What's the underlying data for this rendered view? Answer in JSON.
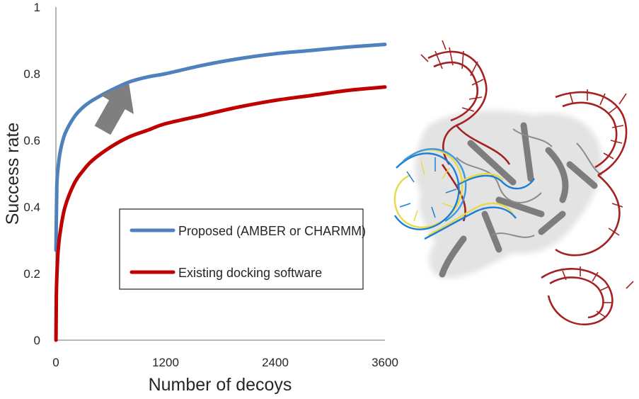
{
  "chart_data": {
    "type": "line",
    "title": "",
    "xlabel": "Number of decoys",
    "ylabel": "Success rate",
    "xlim": [
      0,
      3600
    ],
    "ylim": [
      0,
      1
    ],
    "x_ticks": [
      0,
      1200,
      2400,
      3600
    ],
    "x_tick_labels": [
      "0",
      "1200",
      "2400",
      "3600"
    ],
    "y_ticks": [
      0,
      0.2,
      0.4,
      0.6,
      0.8,
      1
    ],
    "y_tick_labels": [
      "0",
      "0.2",
      "0.4",
      "0.6",
      "0.8",
      "1"
    ],
    "grid": false,
    "legend": "center-left",
    "series": [
      {
        "name": "Proposed (AMBER or CHARMM)",
        "color": "#4f81bd",
        "x": [
          1,
          10,
          25,
          50,
          100,
          200,
          300,
          400,
          600,
          800,
          1000,
          1200,
          1600,
          2000,
          2400,
          2800,
          3200,
          3600
        ],
        "y": [
          0.27,
          0.46,
          0.52,
          0.57,
          0.62,
          0.67,
          0.7,
          0.72,
          0.75,
          0.775,
          0.79,
          0.8,
          0.825,
          0.845,
          0.86,
          0.87,
          0.88,
          0.888
        ]
      },
      {
        "name": "Existing docking software",
        "color": "#c00000",
        "x": [
          1,
          5,
          10,
          25,
          50,
          100,
          200,
          300,
          400,
          600,
          800,
          1000,
          1200,
          1600,
          2000,
          2400,
          2800,
          3200,
          3600
        ],
        "y": [
          0.0,
          0.13,
          0.19,
          0.27,
          0.33,
          0.4,
          0.47,
          0.51,
          0.54,
          0.58,
          0.61,
          0.63,
          0.65,
          0.675,
          0.7,
          0.72,
          0.735,
          0.75,
          0.76
        ]
      }
    ],
    "annotations": [
      {
        "type": "arrow",
        "color": "#7f7f7f",
        "direction": "up-right",
        "from": {
          "x": 510,
          "y": 0.63
        },
        "to": {
          "x": 800,
          "y": 0.77
        }
      }
    ]
  },
  "figure": {
    "structure_image": "rna-protein-complex-3d-structure",
    "colors": {
      "rna_reference": "#a42122",
      "rna_predicted_1": "#1a7fd6",
      "rna_predicted_2": "#e8d94a",
      "protein": "#7d7d7d",
      "surface": "#d9d9d9"
    }
  }
}
